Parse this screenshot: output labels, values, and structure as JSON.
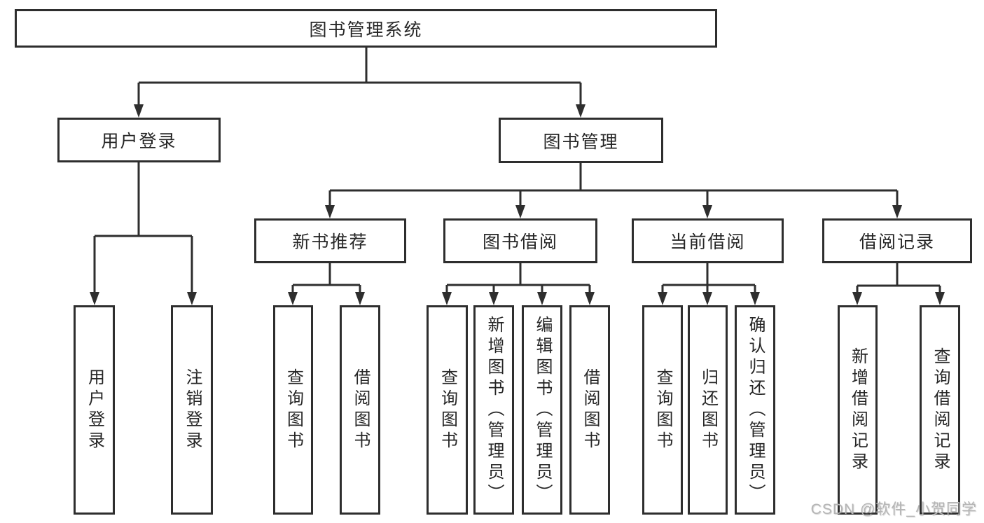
{
  "diagram": {
    "title_node": "图书管理系统",
    "tree": {
      "root": {
        "label": "图书管理系统"
      },
      "level2": [
        {
          "label": "用户登录",
          "children": [
            {
              "label": "用户登录"
            },
            {
              "label": "注销登录"
            }
          ]
        },
        {
          "label": "图书管理",
          "children": [
            {
              "label": "新书推荐",
              "children": [
                {
                  "label": "查询图书"
                },
                {
                  "label": "借阅图书"
                }
              ]
            },
            {
              "label": "图书借阅",
              "children": [
                {
                  "label": "查询图书"
                },
                {
                  "label": "新增图书（管理员）"
                },
                {
                  "label": "编辑图书（管理员）"
                },
                {
                  "label": "借阅图书"
                }
              ]
            },
            {
              "label": "当前借阅",
              "children": [
                {
                  "label": "查询图书"
                },
                {
                  "label": "归还图书"
                },
                {
                  "label": "确认归还（管理员）"
                }
              ]
            },
            {
              "label": "借阅记录",
              "children": [
                {
                  "label": "新增借阅记录"
                },
                {
                  "label": "查询借阅记录"
                }
              ]
            }
          ]
        }
      ]
    },
    "colors": {
      "line": "#2e2e2e",
      "box_border": "#2e2e2e",
      "box_background": "#ffffff",
      "text": "#262626",
      "watermark": "#b5b5b5"
    }
  },
  "watermark": {
    "text": "CSDN @软件_小贺同学"
  }
}
